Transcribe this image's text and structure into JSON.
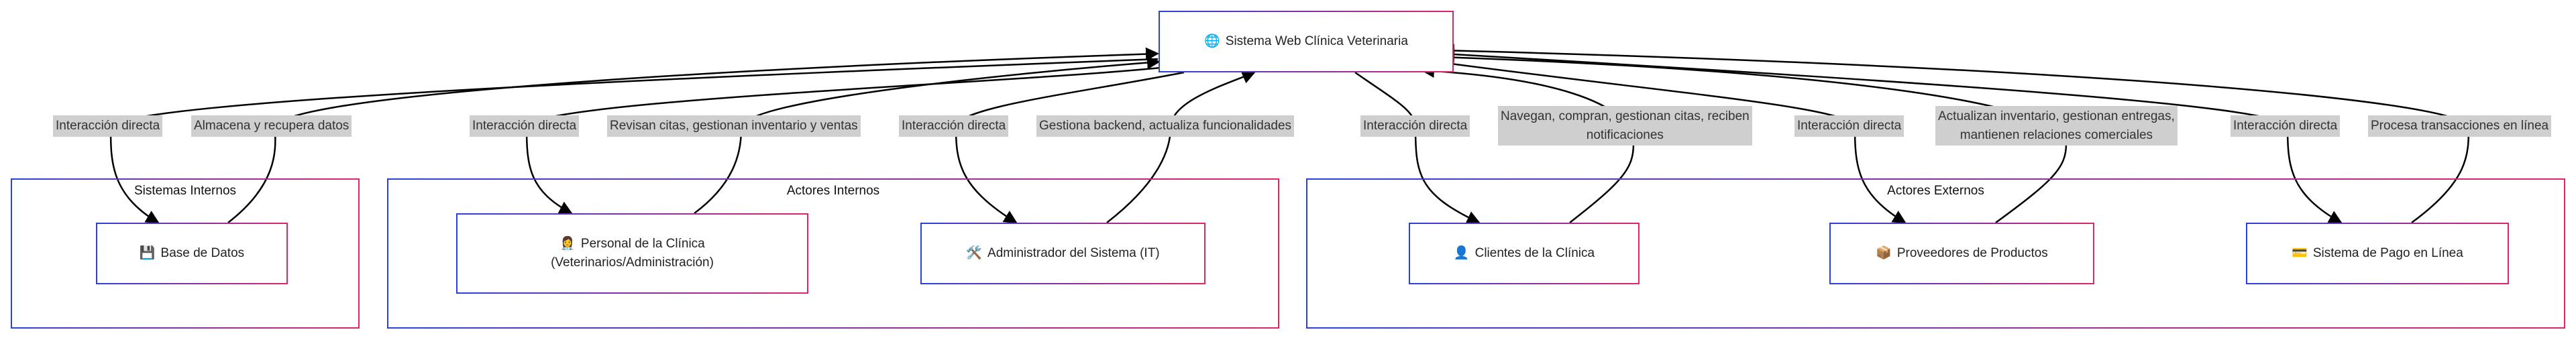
{
  "center": {
    "icon": "globe-icon",
    "glyph": "🌐",
    "label": "Sistema Web Clínica Veterinaria"
  },
  "groups": {
    "internos_sis": {
      "title": "Sistemas Internos"
    },
    "internos_act": {
      "title": "Actores Internos"
    },
    "externos": {
      "title": "Actores Externos"
    }
  },
  "nodes": {
    "db": {
      "icon": "floppy-disk-icon",
      "glyph": "💾",
      "label": "Base de Datos"
    },
    "staff": {
      "icon": "health-worker-icon",
      "glyph": "👩‍⚕️",
      "line1": "Personal de la Clínica",
      "line2": "(Veterinarios/Administración)"
    },
    "admin": {
      "icon": "tools-icon",
      "glyph": "🛠️",
      "label": "Administrador del Sistema (IT)"
    },
    "clients": {
      "icon": "person-icon",
      "glyph": "👤",
      "label": "Clientes de la Clínica"
    },
    "suppliers": {
      "icon": "package-icon",
      "glyph": "📦",
      "label": "Proveedores de Productos"
    },
    "payment": {
      "icon": "credit-card-icon",
      "glyph": "💳",
      "label": "Sistema de Pago en Línea"
    }
  },
  "edge_labels": {
    "direct": "Interacción directa",
    "db": "Almacena y recupera datos",
    "staff": "Revisan citas, gestionan inventario y ventas",
    "admin": "Gestiona backend, actualiza funcionalidades",
    "clients_1": "Navegan, compran, gestionan citas, reciben",
    "clients_2": "notificaciones",
    "suppliers_1": "Actualizan inventario, gestionan entregas,",
    "suppliers_2": "mantienen relaciones comerciales",
    "payment": "Procesa transacciones en línea"
  }
}
